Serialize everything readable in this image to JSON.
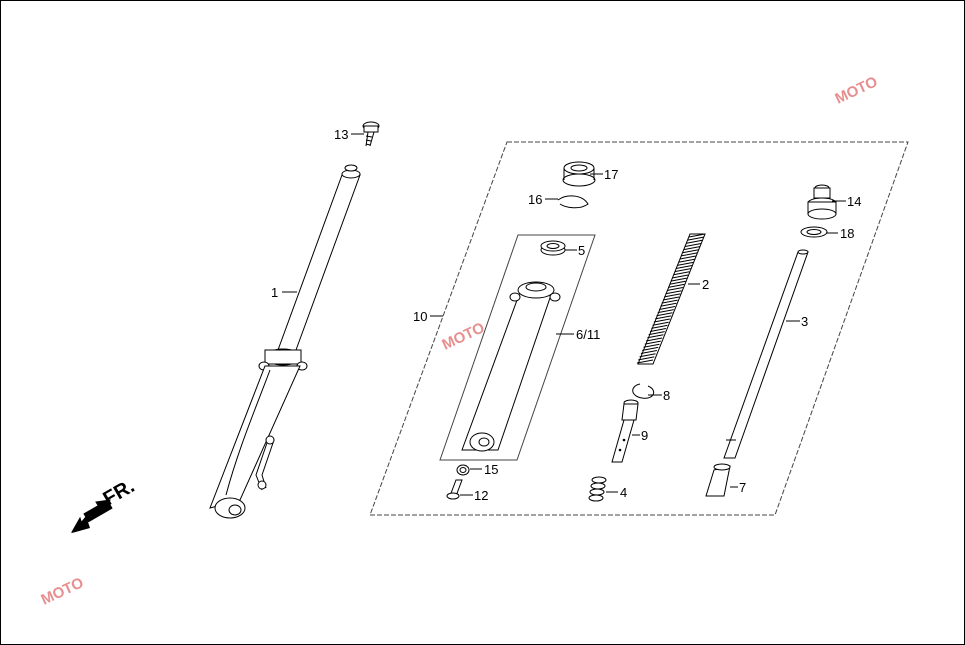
{
  "callouts": {
    "p1": "1",
    "p2": "2",
    "p3": "3",
    "p4": "4",
    "p5": "5",
    "p6_11": "6/11",
    "p7": "7",
    "p8": "8",
    "p9": "9",
    "p10": "10",
    "p12": "12",
    "p13": "13",
    "p14": "14",
    "p15": "15",
    "p16": "16",
    "p17": "17",
    "p18": "18"
  },
  "direction_label": "FR.",
  "watermark": {
    "text": "MOTO",
    "color": "#e06a6a"
  }
}
